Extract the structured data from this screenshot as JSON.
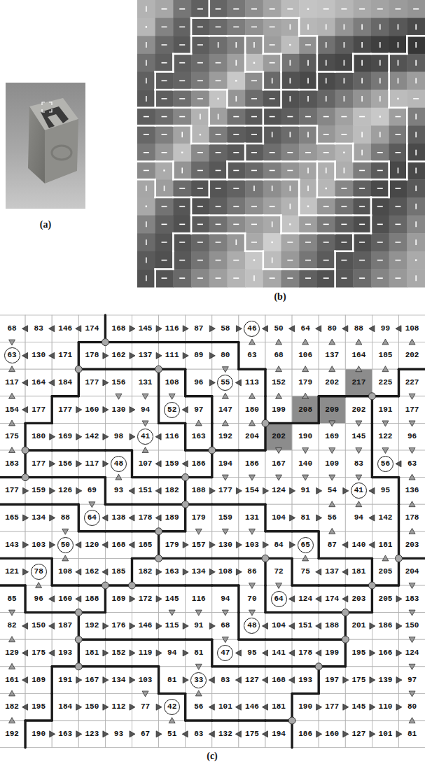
{
  "diagram": {
    "nodes": [
      {
        "text": [
          "46"
        ]
      },
      {
        "text": [
          "63"
        ]
      },
      {
        "text": [
          "55"
        ]
      },
      {
        "text": [
          "52"
        ]
      },
      {
        "text": [
          "41"
        ]
      },
      {
        "text": [
          "48"
        ]
      },
      {
        "text": [
          "56"
        ]
      },
      {
        "text": [
          "41"
        ]
      },
      {
        "text": [
          "64"
        ]
      },
      {
        "text": [
          "50"
        ]
      },
      {
        "text": [
          "65"
        ]
      },
      {
        "text": [
          "78"
        ]
      },
      {
        "text": [
          "64"
        ]
      },
      {
        "text": [
          "48"
        ]
      },
      {
        "text": [
          "47"
        ]
      },
      {
        "text": [
          "33"
        ]
      },
      {
        "text": [
          "42"
        ]
      }
    ],
    "labels": [
      "(a)",
      "(b)",
      "68",
      "83",
      "146",
      "174",
      "168",
      "145",
      "116",
      "87",
      "58",
      "50",
      "64",
      "80",
      "88",
      "99",
      "108",
      "130",
      "171",
      "178",
      "162",
      "137",
      "111",
      "89",
      "80",
      "63",
      "68",
      "106",
      "137",
      "164",
      "185",
      "202",
      "117",
      "164",
      "184",
      "177",
      "156",
      "131",
      "108",
      "96",
      "113",
      "152",
      "179",
      "202",
      "217",
      "225",
      "227",
      "154",
      "177",
      "177",
      "160",
      "130",
      "94",
      "97",
      "147",
      "180",
      "199",
      "208",
      "209",
      "202",
      "191",
      "177",
      "175",
      "180",
      "169",
      "142",
      "98",
      "116",
      "163",
      "192",
      "204",
      "202",
      "190",
      "169",
      "145",
      "122",
      "96",
      "183",
      "177",
      "156",
      "117",
      "107",
      "159",
      "186",
      "194",
      "186",
      "167",
      "140",
      "109",
      "83",
      "63",
      "177",
      "159",
      "126",
      "69",
      "93",
      "151",
      "182",
      "188",
      "177",
      "154",
      "124",
      "91",
      "54",
      "95",
      "136",
      "165",
      "134",
      "88",
      "138",
      "178",
      "189",
      "179",
      "159",
      "131",
      "104",
      "81",
      "56",
      "94",
      "142",
      "178",
      "143",
      "103",
      "120",
      "168",
      "185",
      "179",
      "157",
      "130",
      "103",
      "84",
      "87",
      "140",
      "181",
      "203",
      "121",
      "108",
      "162",
      "185",
      "182",
      "163",
      "134",
      "108",
      "86",
      "72",
      "75",
      "137",
      "181",
      "205",
      "204",
      "85",
      "96",
      "160",
      "188",
      "189",
      "172",
      "145",
      "116",
      "94",
      "70",
      "124",
      "174",
      "203",
      "205",
      "183",
      "82",
      "150",
      "187",
      "192",
      "176",
      "146",
      "115",
      "91",
      "68",
      "104",
      "151",
      "188",
      "201",
      "186",
      "150",
      "129",
      "175",
      "193",
      "181",
      "152",
      "119",
      "94",
      "81",
      "95",
      "141",
      "178",
      "199",
      "195",
      "166",
      "124",
      "161",
      "189",
      "191",
      "167",
      "134",
      "103",
      "81",
      "83",
      "127",
      "168",
      "193",
      "197",
      "175",
      "139",
      "97",
      "182",
      "195",
      "184",
      "150",
      "112",
      "77",
      "56",
      "101",
      "146",
      "181",
      "190",
      "177",
      "145",
      "110",
      "80",
      "192",
      "190",
      "163",
      "123",
      "93",
      "67",
      "51",
      "83",
      "132",
      "175",
      "194",
      "186",
      "160",
      "127",
      "101",
      "81",
      "(c)"
    ]
  }
}
